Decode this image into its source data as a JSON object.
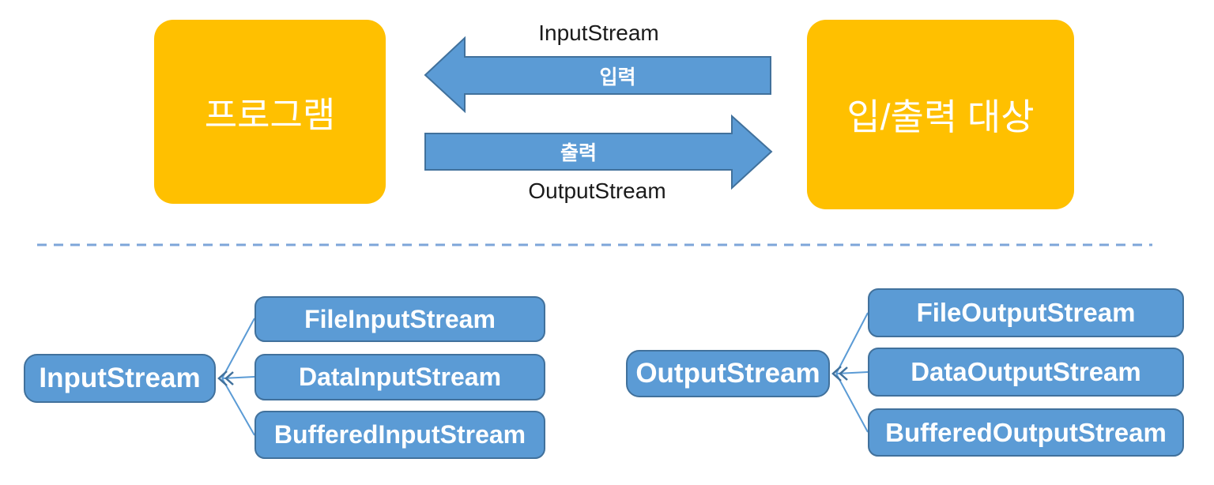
{
  "diagram": {
    "top": {
      "program_box_label": "프로그램",
      "target_box_label": "입/출력 대상",
      "input_stream_label": "InputStream",
      "input_arrow_label": "입력",
      "output_arrow_label": "출력",
      "output_stream_label": "OutputStream"
    },
    "input_tree": {
      "parent": "InputStream",
      "children": [
        "FileInputStream",
        "DataInputStream",
        "BufferedInputStream"
      ]
    },
    "output_tree": {
      "parent": "OutputStream",
      "children": [
        "FileOutputStream",
        "DataOutputStream",
        "BufferedOutputStream"
      ]
    },
    "colors": {
      "box_yellow": "#FFC000",
      "box_blue_fill": "#5B9BD5",
      "box_blue_border": "#41719C",
      "dashed_divider": "#7EA6D9",
      "dark_label_text": "#1A1A1A",
      "white_text": "#FFFFFF"
    }
  }
}
